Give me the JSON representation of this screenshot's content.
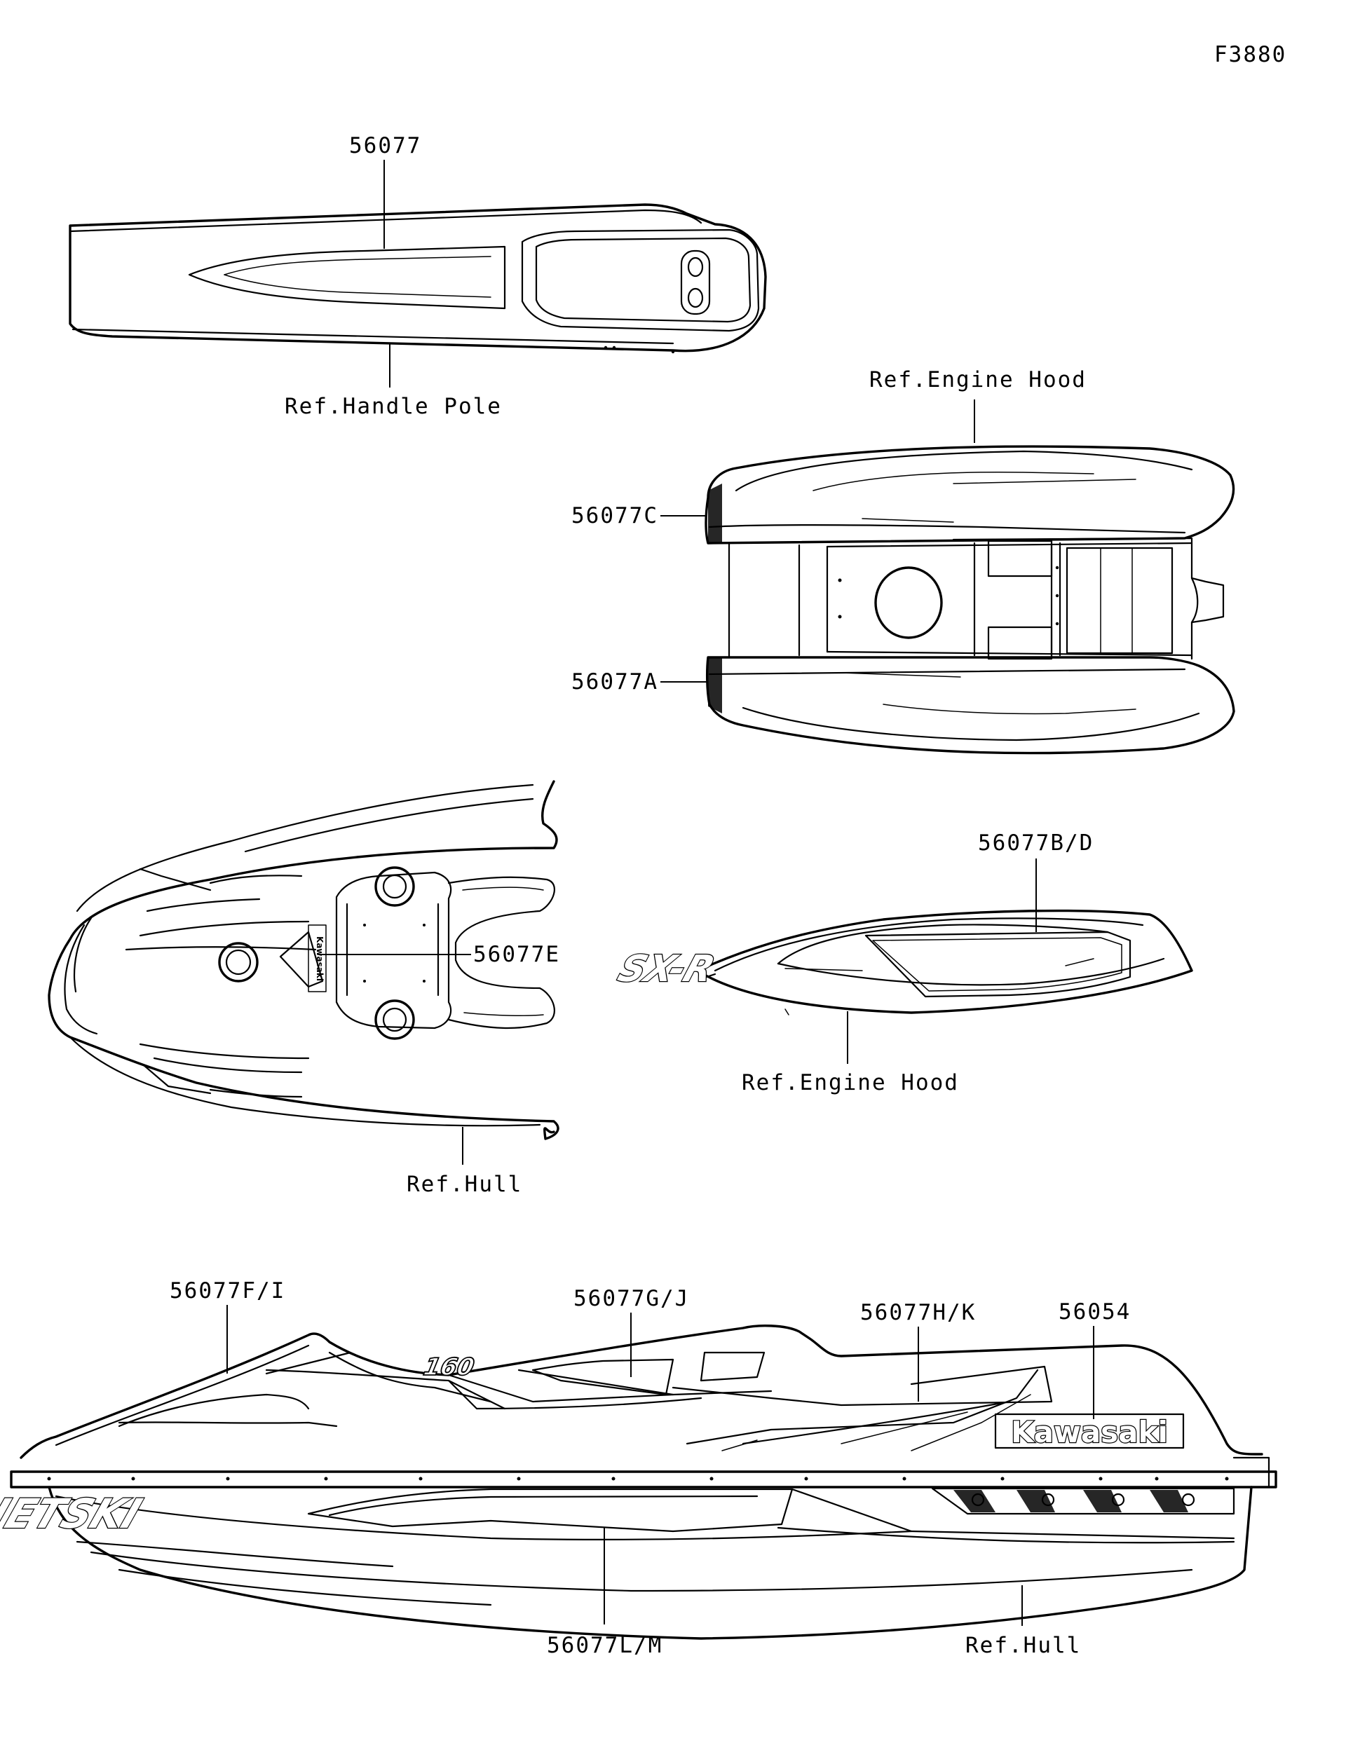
{
  "figure_code": "F3880",
  "labels": {
    "p56077": "56077",
    "ref_handle_pole": "Ref.Handle Pole",
    "ref_engine_hood_top": "Ref.Engine Hood",
    "p56077C": "56077C",
    "p56077A": "56077A",
    "p56077BD": "56077B/D",
    "p56077E": "56077E",
    "ref_engine_hood_side": "Ref.Engine Hood",
    "ref_hull_top": "Ref.Hull",
    "p56077FI": "56077F/I",
    "p56077GJ": "56077G/J",
    "p56077HK": "56077H/K",
    "p56054": "56054",
    "p56077LM": "56077L/M",
    "ref_hull_side": "Ref.Hull"
  },
  "decals": {
    "kawasaki_logo": "Kawasaki",
    "sxr_logo": "SX-R",
    "jetski_logo": "JETSKI",
    "model_160": "160"
  }
}
